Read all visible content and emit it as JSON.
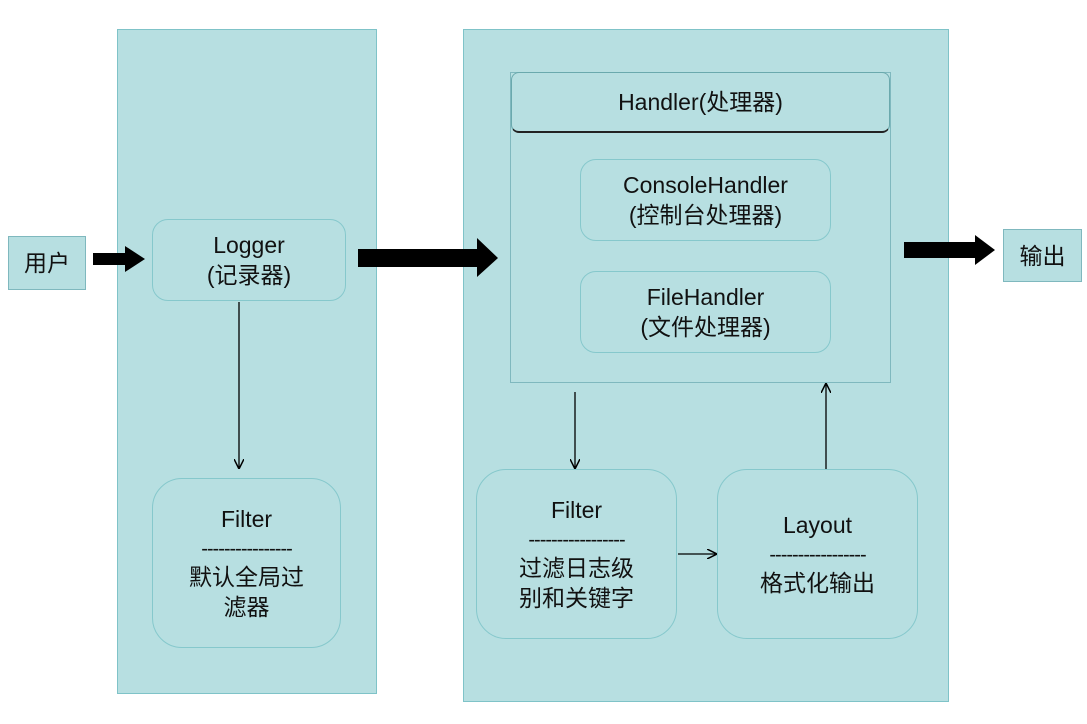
{
  "user": {
    "label": "用户"
  },
  "output": {
    "label": "输出"
  },
  "logger": {
    "title": "Logger",
    "subtitle": "(记录器)"
  },
  "logger_filter": {
    "title": "Filter",
    "divider": "----------------",
    "desc_line1": "默认全局过",
    "desc_line2": "滤器"
  },
  "handler": {
    "title": "Handler(处理器)"
  },
  "console_handler": {
    "title": "ConsoleHandler",
    "subtitle": "(控制台处理器)"
  },
  "file_handler": {
    "title": "FileHandler",
    "subtitle": "(文件处理器)"
  },
  "handler_filter": {
    "title": "Filter",
    "divider": "-----------------",
    "desc_line1": "过滤日志级",
    "desc_line2": "别和关键字"
  },
  "layout": {
    "title": "Layout",
    "divider": "-----------------",
    "desc": "格式化输出"
  },
  "colors": {
    "panel_fill": "#b7dfe1",
    "panel_border": "#7fc3c8",
    "arrow": "#000000"
  }
}
